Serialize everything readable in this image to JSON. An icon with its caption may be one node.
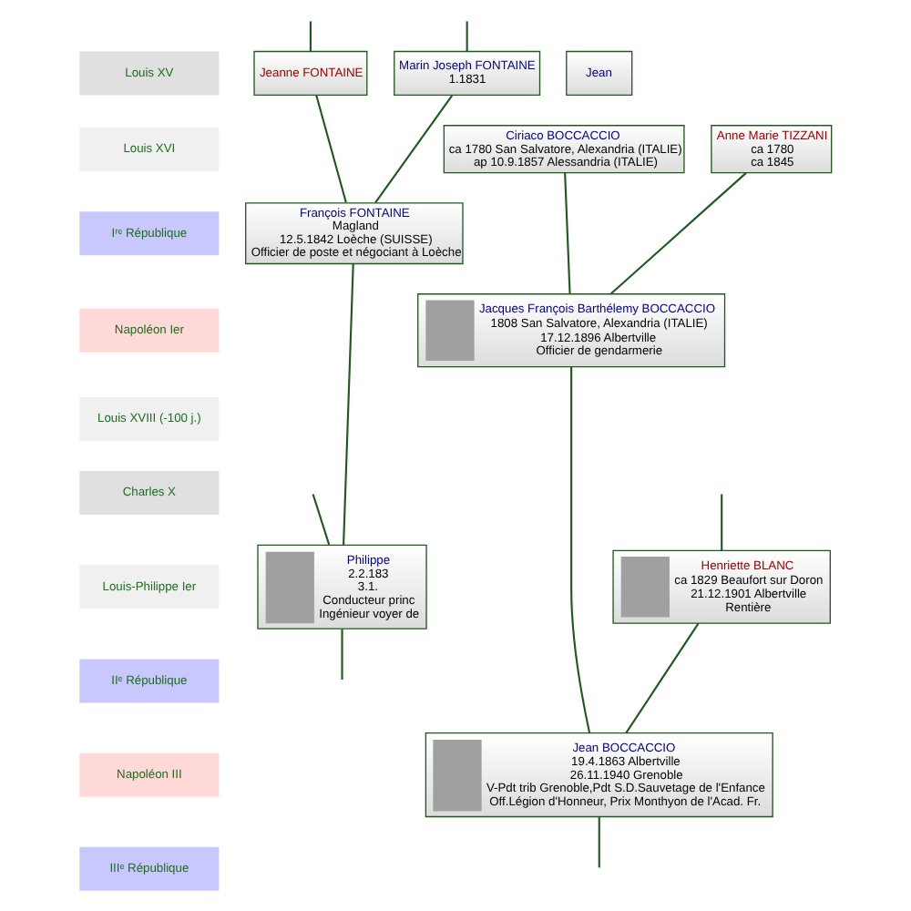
{
  "diagram": {
    "nodes": [
      {
        "text": [
          "Marin Joseph FONTAINE",
          "1.1831"
        ]
      },
      {
        "text": [
          "Jeanne FONTAINE"
        ]
      },
      {
        "text": [
          "Jean"
        ]
      },
      {
        "text": [
          "Ciriaco BOCCACCIO",
          "ca 1780 San Salvatore, Alexandria (ITALIE)",
          "ap 10.9.1857 Alessandria (ITALIE)"
        ]
      },
      {
        "text": [
          "Anne Marie TIZZANI",
          "ca 1780",
          "ca 1845"
        ]
      },
      {
        "text": [
          "François FONTAINE",
          "Magland",
          "12.5.1842 Loèche (SUISSE)",
          "Officier de poste et négociant à Loèche"
        ]
      },
      {
        "text": [
          "Jacques François Barthélemy BOCCACCIO",
          "1808 San Salvatore, Alexandria (ITALIE)",
          "17.12.1896 Albertville",
          "Officier de gendarmerie"
        ]
      },
      {
        "text": [
          "Henriette BLANC",
          "ca 1829 Beaufort sur Doron",
          "21.12.1901 Albertville",
          "Rentière"
        ]
      },
      {
        "text": [
          "Philippe",
          "2.2.183",
          "3.1.",
          "Conducteur princ",
          "Ingénieur voyer de"
        ]
      },
      {
        "text": [
          "Jean BOCCACCIO",
          "19.4.1863 Albertville",
          "26.11.1940 Grenoble",
          "V-Pdt trib Grenoble,Pdt S.D.Sauvetage de l'Enfance",
          "Off.Légion d'Honneur, Prix Monthyon de l'Acad. Fr."
        ]
      }
    ],
    "edges": [
      {
        "from": null,
        "to": 0,
        "arrow": "none"
      },
      {
        "from": null,
        "to": 1,
        "arrow": "none"
      },
      {
        "from": 0,
        "to": 5,
        "arrow": "none"
      },
      {
        "from": 1,
        "to": 5,
        "arrow": "none"
      },
      {
        "from": 3,
        "to": 6,
        "arrow": "none"
      },
      {
        "from": 4,
        "to": 6,
        "arrow": "none"
      },
      {
        "from": 5,
        "to": 8,
        "arrow": "none"
      },
      {
        "from": null,
        "to": 8,
        "arrow": "none"
      },
      {
        "from": null,
        "to": 7,
        "arrow": "none"
      },
      {
        "from": 6,
        "to": 9,
        "arrow": "none"
      },
      {
        "from": 7,
        "to": 9,
        "arrow": "none"
      },
      {
        "from": 8,
        "to": null,
        "arrow": "none"
      },
      {
        "from": 9,
        "to": null,
        "arrow": "none"
      }
    ],
    "labels": [
      "Louis XV",
      "Louis XVI",
      "Iʳᵉ République",
      "Napoléon Ier",
      "Louis XVIII (-100 j.)",
      "Charles X",
      "Louis-Philippe Ier",
      "IIᵉ République",
      "Napoléon III",
      "IIIᵉ République"
    ]
  }
}
